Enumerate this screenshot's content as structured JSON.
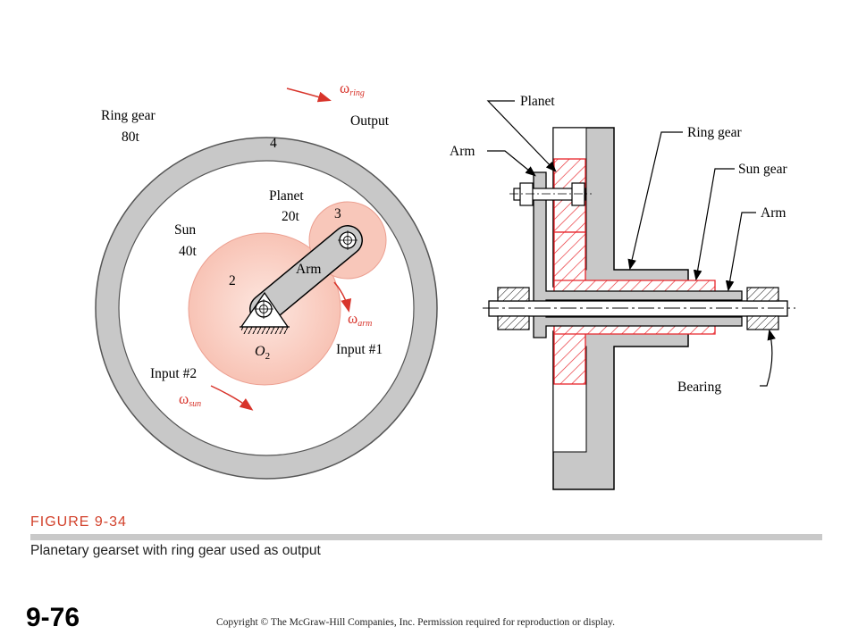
{
  "left_view": {
    "ring_gear_label": "Ring gear",
    "ring_gear_teeth": "80t",
    "ring_number": "4",
    "omega_ring_symbol": "ω",
    "omega_ring_sub": "ring",
    "output_label": "Output",
    "planet_label": "Planet",
    "planet_teeth": "20t",
    "planet_number": "3",
    "sun_label": "Sun",
    "sun_teeth": "40t",
    "sun_number": "2",
    "arm_label": "Arm",
    "omega_arm_symbol": "ω",
    "omega_arm_sub": "arm",
    "input1_label": "Input #1",
    "o2_label": "O",
    "o2_sub": "2",
    "input2_label": "Input #2",
    "omega_sun_symbol": "ω",
    "omega_sun_sub": "sun"
  },
  "right_view": {
    "planet_label": "Planet",
    "arm_left_label": "Arm",
    "ring_gear_label": "Ring gear",
    "sun_gear_label": "Sun gear",
    "arm_right_label": "Arm",
    "bearing_label": "Bearing"
  },
  "figure": {
    "title": "FIGURE 9-34",
    "caption": "Planetary gearset with ring gear used as output"
  },
  "slide_number": "9-76",
  "copyright": "Copyright © The McGraw-Hill Companies, Inc. Permission required for reproduction or display.",
  "colors": {
    "gear_fill": "#f9ccc0",
    "gear_stroke": "#e98f80",
    "ring_fill": "#c8c8c8",
    "section_red": "#e8242a",
    "figure_title": "#d2402a"
  }
}
